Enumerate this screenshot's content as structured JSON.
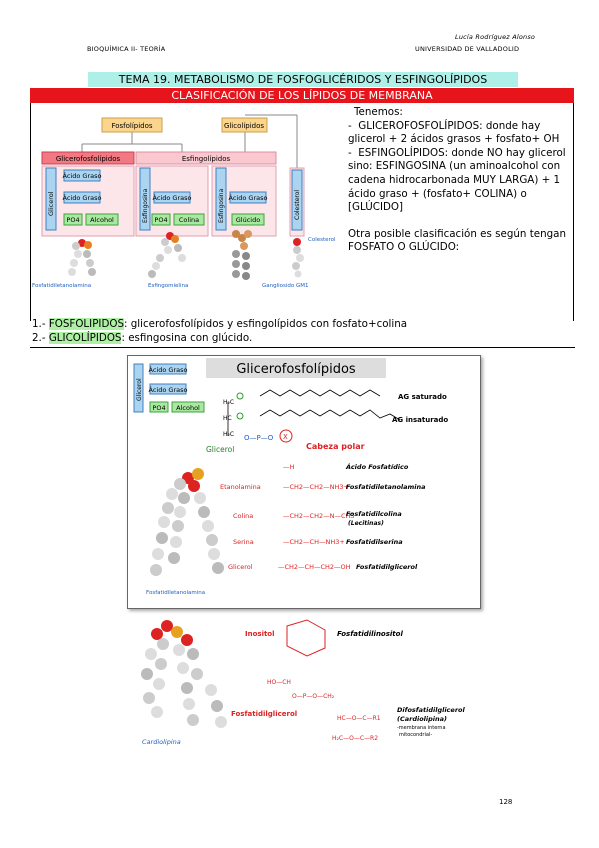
{
  "header": {
    "author": "Lucía Rodríguez Alonso",
    "subject": "BIOQUÍMICA II- TEORÍA",
    "university": "UNIVERSIDAD DE VALLADOLID"
  },
  "tema_title": "TEMA 19. METABOLISMO DE FOSFOGLICÉRIDOS Y ESFINGOLÍPIDOS",
  "section_title": "CLASIFICACIÓN DE LOS LÍPIDOS DE MEMBRANA",
  "right_text": {
    "intro": "Tenemos:",
    "item1_term": "GLICEROFOSFOLÍPIDOS",
    "item1_rest": ": donde hay glicerol + 2 ácidos grasos + fosfato+ OH",
    "item2_term": "ESFINGOLÍPIDOS",
    "item2_rest": ": donde NO hay glicerol sino: ESFINGOSINA (un aminoalcohol con cadena hidrocarbonada MUY LARGA) + 1 ácido graso + (fosfato+ COLINA) o [GLÚCIDO]",
    "closing": "Otra posible clasificación es según tengan FOSFATO O GLÚCIDO:"
  },
  "classification": {
    "line1_prefix": "1.- ",
    "line1_term": "FOSFOLIPIDOS",
    "line1_rest": ": glicerofosfolípidos y esfingolípidos con fosfato+colina",
    "line2_prefix": "2.- ",
    "line2_term": "GLICOLÍPIDOS",
    "line2_rest": ": esfingosina con glúcido."
  },
  "top_diagram": {
    "fosfolipidos": "Fosfolípidos",
    "glicolipidos": "Glicolípidos",
    "glicerofosfolipidos": "Glicerofosfolípidos",
    "esfingolipidos": "Esfingolípidos",
    "glicerol": "Glicerol",
    "esfingosina": "Esfingosina",
    "colesterol": "Colesterol",
    "acido_graso": "Ácido Graso",
    "po4": "PO4",
    "alcohol": "Alcohol",
    "colina": "Colina",
    "glucido": "Glúcido",
    "cap_fosfatidil": "Fosfatidiletanolamina",
    "cap_esfingomielina": "Esfingomielina",
    "cap_gangliosido": "Gangliosido GM1",
    "cap_colesterol": "Colesterol"
  },
  "glyc_diagram": {
    "title": "Glicerofosfolípidos",
    "ag_saturado": "AG saturado",
    "ag_insaturado": "AG insaturado",
    "glicerol": "Glicerol",
    "cabeza_polar": "Cabeza polar",
    "rows": [
      {
        "left": "",
        "formula": "—H",
        "name": "Ácido Fosfatídico"
      },
      {
        "left": "Etanolamina",
        "formula": "—CH2—CH2—NH3+",
        "name": "Fosfatidiletanolamina"
      },
      {
        "left": "Colina",
        "formula": "—CH2—CH2—N—CH3",
        "name": "Fosfatidilcolina"
      },
      {
        "left": "Serina",
        "formula": "—CH2—CH—NH3+",
        "name": "Fosfatidilserina"
      },
      {
        "left": "Glicerol",
        "formula": "—CH2—CH—CH2—OH",
        "name": "Fosfatidilglicerol"
      }
    ],
    "lecitinas": "(Lecitinas)",
    "model_caption": "Fosfatidiletanolamina"
  },
  "bottom_diagram": {
    "inositol": "Inositol",
    "fosfatidilinositol": "Fosfatidilinositol",
    "fosfatidilglicerol": "Fosfatidilglicerol",
    "difosfatidil": "Difosfatidilglicerol",
    "cardiolipina_paren": "(Cardiolipina)",
    "membrana1": "-membrana interna",
    "membrana2": "mitocondrial-",
    "caption": "Cardiolipina"
  },
  "page_number": "128"
}
